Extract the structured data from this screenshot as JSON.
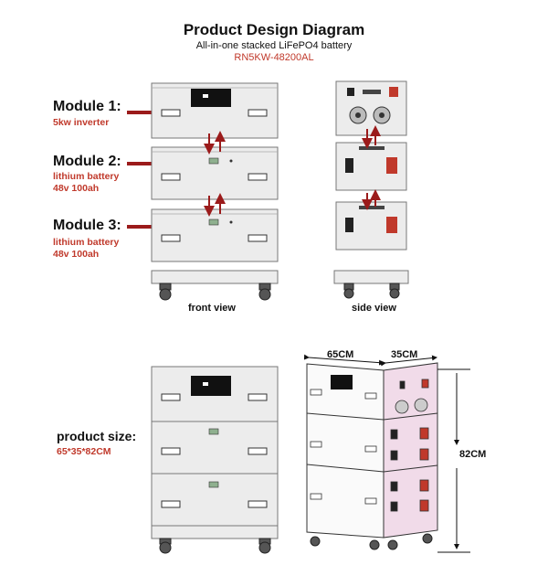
{
  "header": {
    "title": "Product Design Diagram",
    "subtitle": "All-in-one stacked LiFePO4 battery",
    "model": "RN5KW-48200AL"
  },
  "modules": [
    {
      "label": "Module 1:",
      "desc_lines": [
        "5kw inverter"
      ]
    },
    {
      "label": "Module 2:",
      "desc_lines": [
        "lithium battery",
        "48v 100ah"
      ]
    },
    {
      "label": "Module 3:",
      "desc_lines": [
        "lithium battery",
        "48v 100ah"
      ]
    }
  ],
  "views": {
    "front": "front view",
    "side": "side view"
  },
  "product_size": {
    "label": "product size:",
    "value": "65*35*82CM"
  },
  "dimensions": {
    "width": "65CM",
    "depth": "35CM",
    "height": "82CM"
  },
  "colors": {
    "accent_red": "#c0392b",
    "arrow_red": "#9b1b1b",
    "panel_fill": "#ececec",
    "side_panel_pink": "#f1dbe9"
  }
}
